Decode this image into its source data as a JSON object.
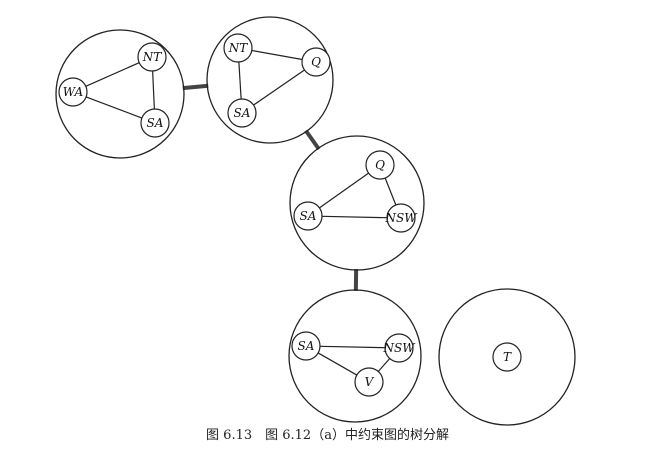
{
  "caption": "图 6.13　图 6.12（a）中约束图的树分解",
  "tree_decomposition": {
    "subproblems": [
      {
        "id": "b1",
        "variables": [
          "WA",
          "NT",
          "SA"
        ],
        "edges": [
          [
            "WA",
            "NT"
          ],
          [
            "WA",
            "SA"
          ],
          [
            "NT",
            "SA"
          ]
        ]
      },
      {
        "id": "b2",
        "variables": [
          "NT",
          "Q",
          "SA"
        ],
        "edges": [
          [
            "NT",
            "Q"
          ],
          [
            "NT",
            "SA"
          ],
          [
            "Q",
            "SA"
          ]
        ]
      },
      {
        "id": "b3",
        "variables": [
          "Q",
          "SA",
          "NSW"
        ],
        "edges": [
          [
            "SA",
            "Q"
          ],
          [
            "SA",
            "NSW"
          ],
          [
            "Q",
            "NSW"
          ]
        ]
      },
      {
        "id": "b4",
        "variables": [
          "SA",
          "NSW",
          "V"
        ],
        "edges": [
          [
            "SA",
            "NSW"
          ],
          [
            "SA",
            "V"
          ],
          [
            "NSW",
            "V"
          ]
        ]
      },
      {
        "id": "b5",
        "variables": [
          "T"
        ],
        "edges": []
      }
    ],
    "tree_links": [
      [
        "b1",
        "b2"
      ],
      [
        "b2",
        "b3"
      ],
      [
        "b3",
        "b4"
      ]
    ]
  }
}
